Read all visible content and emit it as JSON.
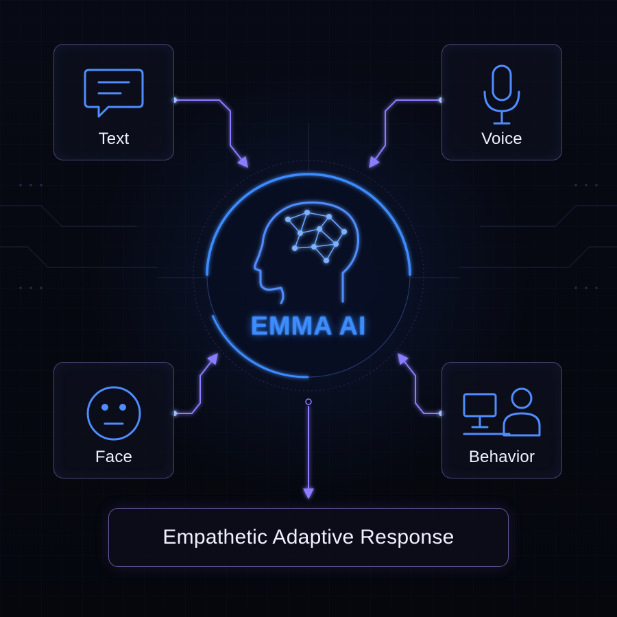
{
  "center": {
    "title": "EMMA AI",
    "icon": "ai-brain-head-icon"
  },
  "inputs": [
    {
      "id": "text",
      "label": "Text",
      "icon": "chat-bubble-icon"
    },
    {
      "id": "voice",
      "label": "Voice",
      "icon": "microphone-icon"
    },
    {
      "id": "face",
      "label": "Face",
      "icon": "neutral-face-icon"
    },
    {
      "id": "behavior",
      "label": "Behavior",
      "icon": "computer-user-icon"
    }
  ],
  "output": {
    "label": "Empathetic Adaptive Response"
  },
  "colors": {
    "background": "#05070d",
    "accent_blue": "#3d8cff",
    "icon_blue": "#4f8dff",
    "connector_violet": "#8c7cff",
    "card_border": "#968ce6"
  }
}
